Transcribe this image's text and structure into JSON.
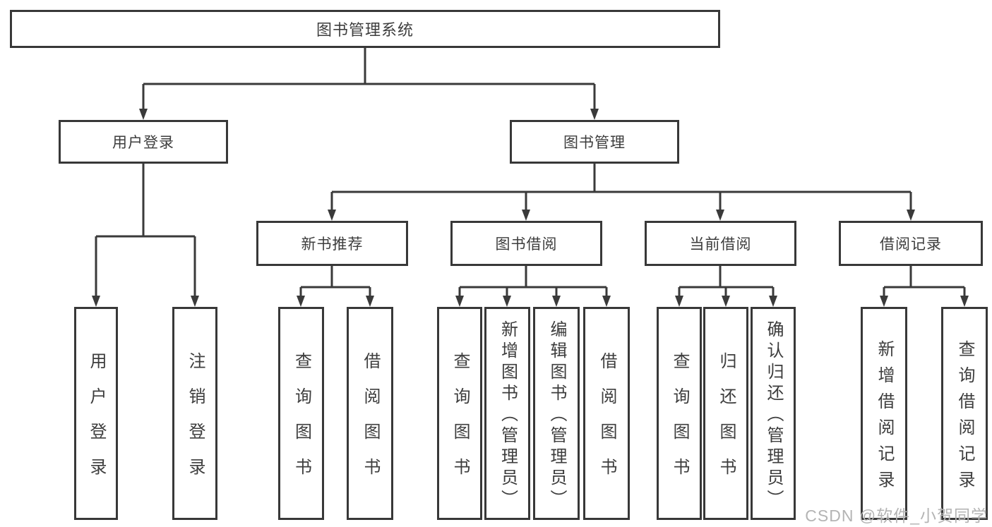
{
  "diagram": {
    "title_hint": "library-management-system-structure-chart",
    "root": {
      "label": "图书管理系统"
    },
    "branches": [
      {
        "label": "用户登录",
        "children": [
          {
            "label": "用户登录"
          },
          {
            "label": "注销登录"
          }
        ]
      },
      {
        "label": "图书管理",
        "children": [
          {
            "label": "新书推荐",
            "children": [
              {
                "label": "查询图书"
              },
              {
                "label": "借阅图书"
              }
            ]
          },
          {
            "label": "图书借阅",
            "children": [
              {
                "label": "查询图书"
              },
              {
                "label": "新增图书（管理员）"
              },
              {
                "label": "编辑图书（管理员）"
              },
              {
                "label": "借阅图书"
              }
            ]
          },
          {
            "label": "当前借阅",
            "children": [
              {
                "label": "查询图书"
              },
              {
                "label": "归还图书"
              },
              {
                "label": "确认归还（管理员）"
              }
            ]
          },
          {
            "label": "借阅记录",
            "children": [
              {
                "label": "新增借阅记录"
              },
              {
                "label": "查询借阅记录"
              }
            ]
          }
        ]
      }
    ],
    "watermark": "CSDN @软件_小贺同学",
    "colors": {
      "line": "#3a3a3a",
      "box_border": "#383838",
      "text": "#3d3d3d",
      "watermark": "#b4b4b4",
      "background": "#ffffff"
    }
  }
}
